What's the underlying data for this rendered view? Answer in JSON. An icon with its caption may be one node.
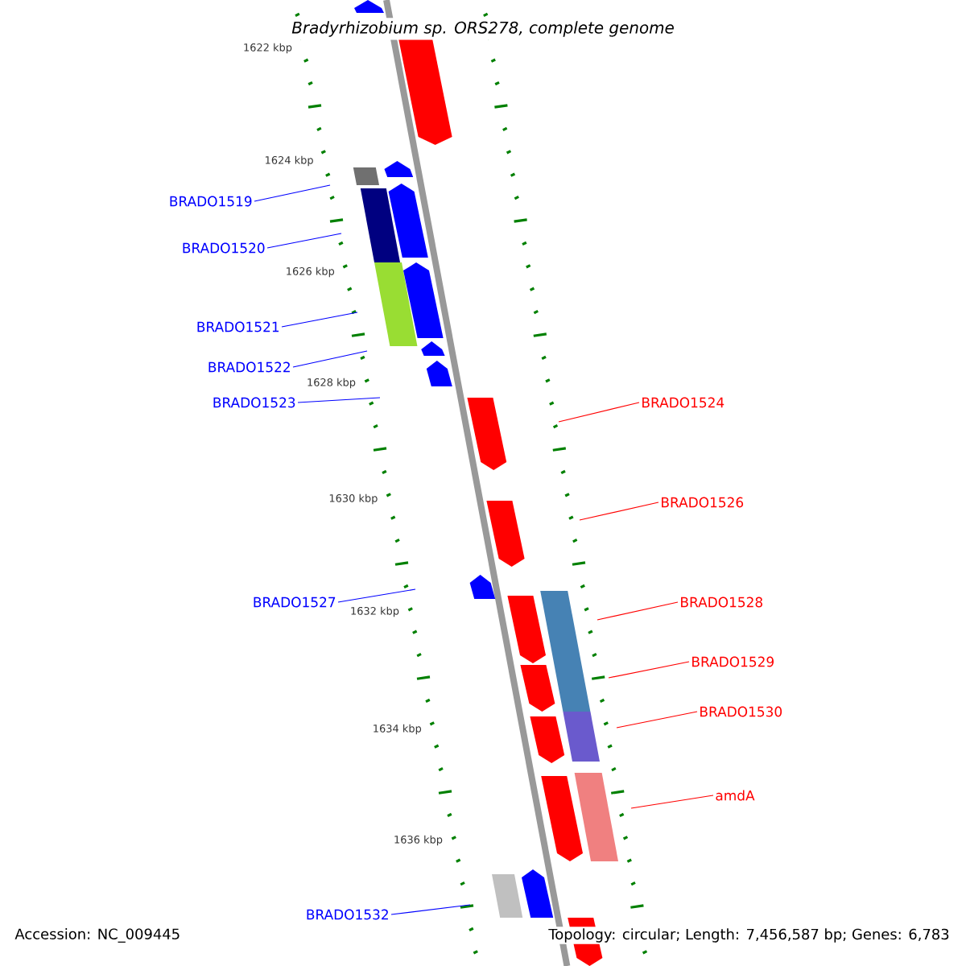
{
  "diagram": {
    "title": "*Bradyrhizobium sp. ORS278, complete genome*",
    "nodes": [
      {
        "text": [
          "BRADO1519"
        ]
      },
      {
        "text": [
          "BRADO1520"
        ]
      },
      {
        "text": [
          "BRADO1521"
        ]
      },
      {
        "text": [
          "BRADO1522"
        ]
      },
      {
        "text": [
          "BRADO1523"
        ]
      },
      {
        "text": [
          "BRADO1524"
        ]
      },
      {
        "text": [
          "BRADO1526"
        ]
      },
      {
        "text": [
          "BRADO1527"
        ]
      },
      {
        "text": [
          "BRADO1528"
        ]
      },
      {
        "text": [
          "BRADO1529"
        ]
      },
      {
        "text": [
          "BRADO1530"
        ]
      },
      {
        "text": [
          "amdA"
        ]
      },
      {
        "text": [
          "BRADO1532"
        ]
      }
    ],
    "edges": [
      {
        "from": 0,
        "to": null,
        "arrow": "none",
        "color": "#0000ff"
      },
      {
        "from": 1,
        "to": null,
        "arrow": "none",
        "color": "#0000ff"
      },
      {
        "from": 2,
        "to": null,
        "arrow": "none",
        "color": "#0000ff"
      },
      {
        "from": 3,
        "to": null,
        "arrow": "none",
        "color": "#0000ff"
      },
      {
        "from": 4,
        "to": null,
        "arrow": "none",
        "color": "#0000ff"
      },
      {
        "from": 5,
        "to": null,
        "arrow": "none",
        "color": "#ff0000"
      },
      {
        "from": 6,
        "to": null,
        "arrow": "none",
        "color": "#ff0000"
      },
      {
        "from": 7,
        "to": null,
        "arrow": "none",
        "color": "#0000ff"
      },
      {
        "from": 8,
        "to": null,
        "arrow": "none",
        "color": "#ff0000"
      },
      {
        "from": 9,
        "to": null,
        "arrow": "none",
        "color": "#ff0000"
      },
      {
        "from": 10,
        "to": null,
        "arrow": "none",
        "color": "#ff0000"
      },
      {
        "from": 11,
        "to": null,
        "arrow": "none",
        "color": "#ff0000"
      },
      {
        "from": 12,
        "to": null,
        "arrow": "none",
        "color": "#0000ff"
      }
    ],
    "labels": [
      "1622 kbp",
      "1624 kbp",
      "1626 kbp",
      "1628 kbp",
      "1630 kbp",
      "1632 kbp",
      "1634 kbp",
      "1636 kbp",
      "Accession: NC_009445",
      "Topology: circular; Length: 7,456,587 bp; Genes: 6,783"
    ]
  }
}
